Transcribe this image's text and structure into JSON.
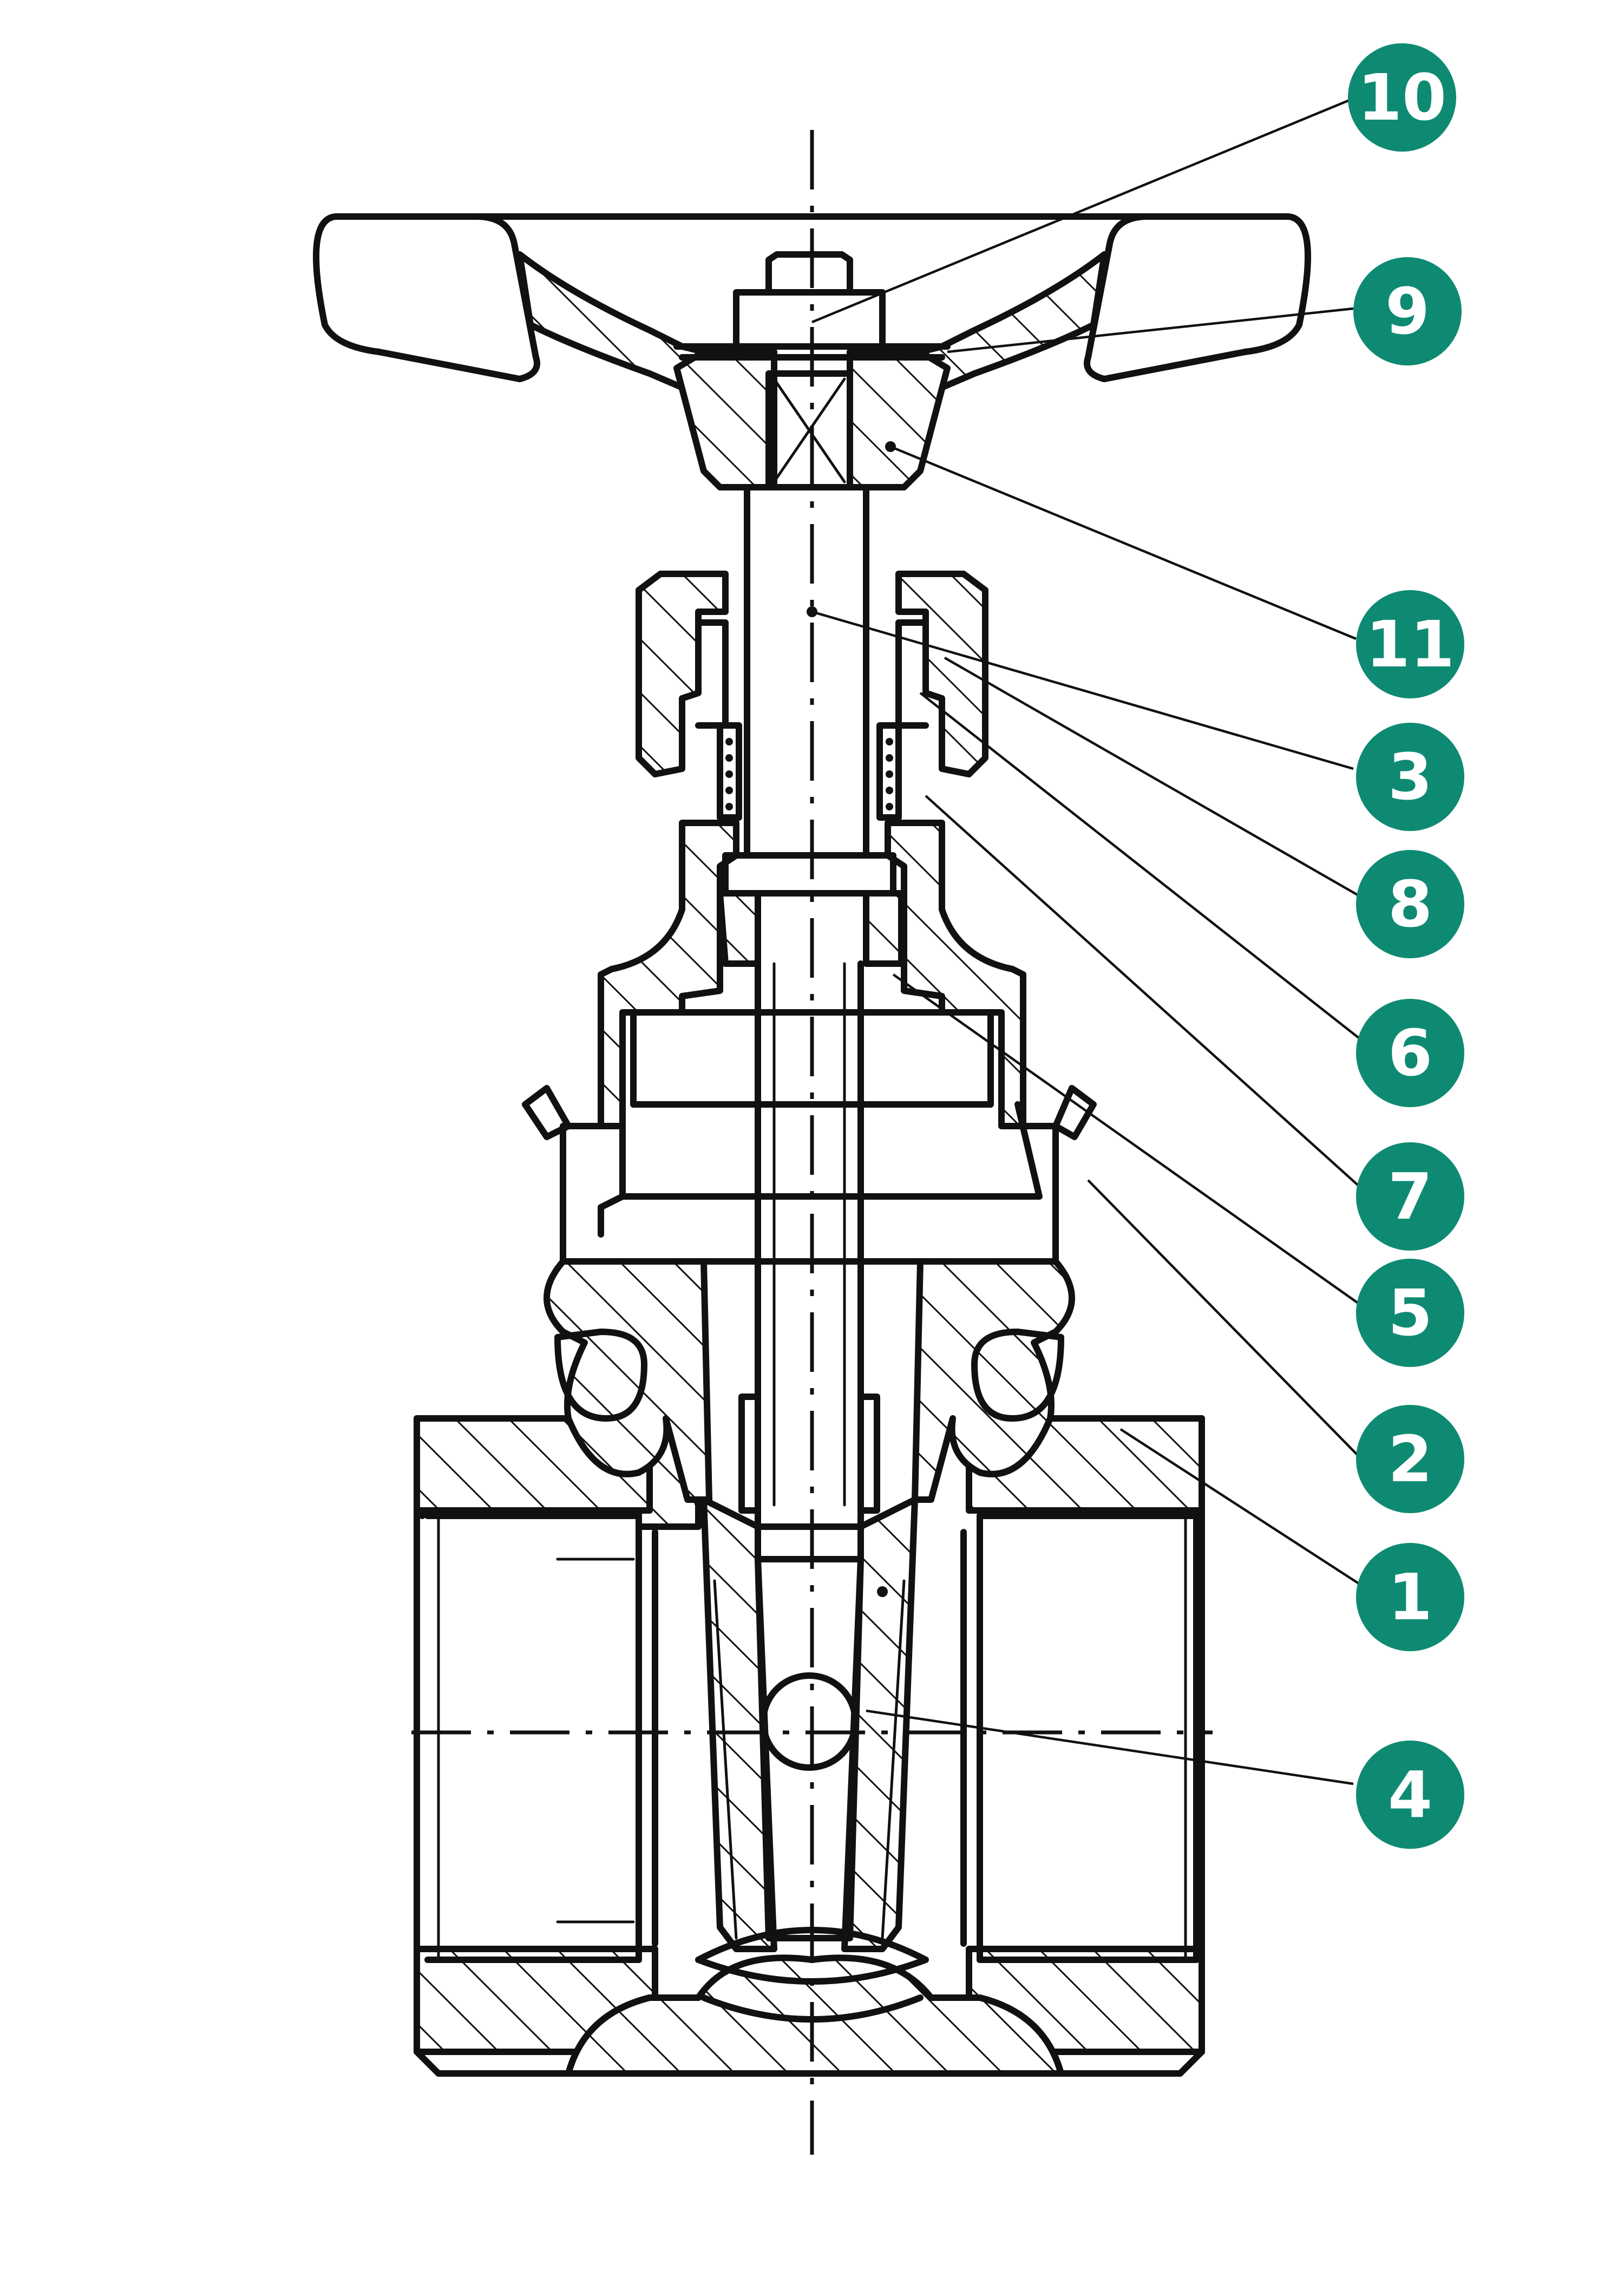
{
  "diagram": {
    "accent_color": "#0e8a72",
    "line_color": "#111111",
    "callouts": [
      {
        "id": "callout-10",
        "label": "10"
      },
      {
        "id": "callout-9",
        "label": "9"
      },
      {
        "id": "callout-11",
        "label": "11"
      },
      {
        "id": "callout-3",
        "label": "3"
      },
      {
        "id": "callout-8",
        "label": "8"
      },
      {
        "id": "callout-6",
        "label": "6"
      },
      {
        "id": "callout-7",
        "label": "7"
      },
      {
        "id": "callout-5",
        "label": "5"
      },
      {
        "id": "callout-2",
        "label": "2"
      },
      {
        "id": "callout-1",
        "label": "1"
      },
      {
        "id": "callout-4",
        "label": "4"
      }
    ]
  }
}
